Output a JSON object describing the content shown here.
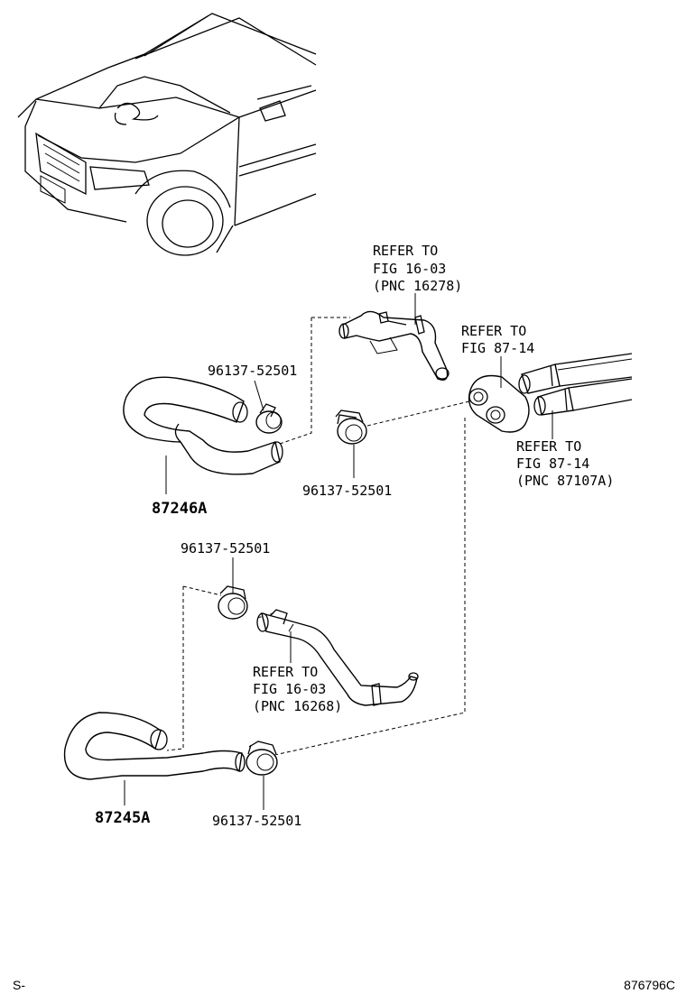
{
  "labels": {
    "refer_top_1": "REFER TO",
    "refer_top_2": "FIG 16-03",
    "refer_top_3": "(PNC 16278)",
    "refer_87_1": "REFER TO",
    "refer_87_2": "FIG 87-14",
    "refer_87b_1": "REFER TO",
    "refer_87b_2": "FIG 87-14",
    "refer_87b_3": "(PNC 87107A)",
    "clamp_a": "96137-52501",
    "clamp_b": "96137-52501",
    "clamp_c": "96137-52501",
    "clamp_d": "96137-52501",
    "hose_upper": "87246A",
    "refer_mid_1": "REFER TO",
    "refer_mid_2": "FIG 16-03",
    "refer_mid_3": "(PNC 16268)",
    "hose_lower": "87245A"
  },
  "footer": {
    "left": "S-",
    "right": "876796C"
  }
}
